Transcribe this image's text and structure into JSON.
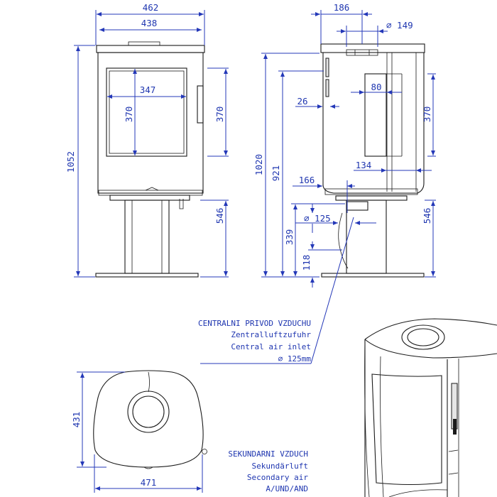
{
  "dimensions": {
    "front": {
      "total_width": "462",
      "body_width": "438",
      "glass_width": "347",
      "glass_height": "370",
      "glass_height_right": "370",
      "total_height": "1052",
      "pedestal_height": "546"
    },
    "side": {
      "top_offset": "186",
      "flue_diameter": "⌀ 149",
      "height_1020": "1020",
      "height_921": "921",
      "offset_26": "26",
      "offset_80": "80",
      "glass_height": "370",
      "offset_134": "134",
      "offset_166": "166",
      "air_inlet_diameter": "⌀ 125",
      "height_339": "339",
      "height_118": "118",
      "pedestal_height": "546"
    },
    "top": {
      "depth": "431",
      "width": "471"
    }
  },
  "notes": {
    "central_air": [
      "CENTRALNI PRIVOD VZDUCHU",
      "Zentralluftzufuhr",
      "Central air inlet",
      "⌀ 125mm"
    ],
    "secondary_air": [
      "SEKUNDARNI VZDUCH",
      "Sekundärluft",
      "Secondary air",
      "A/UND/AND"
    ]
  },
  "colors": {
    "dimension_lines": "#2438b8",
    "outline": "#1a1a1a"
  }
}
